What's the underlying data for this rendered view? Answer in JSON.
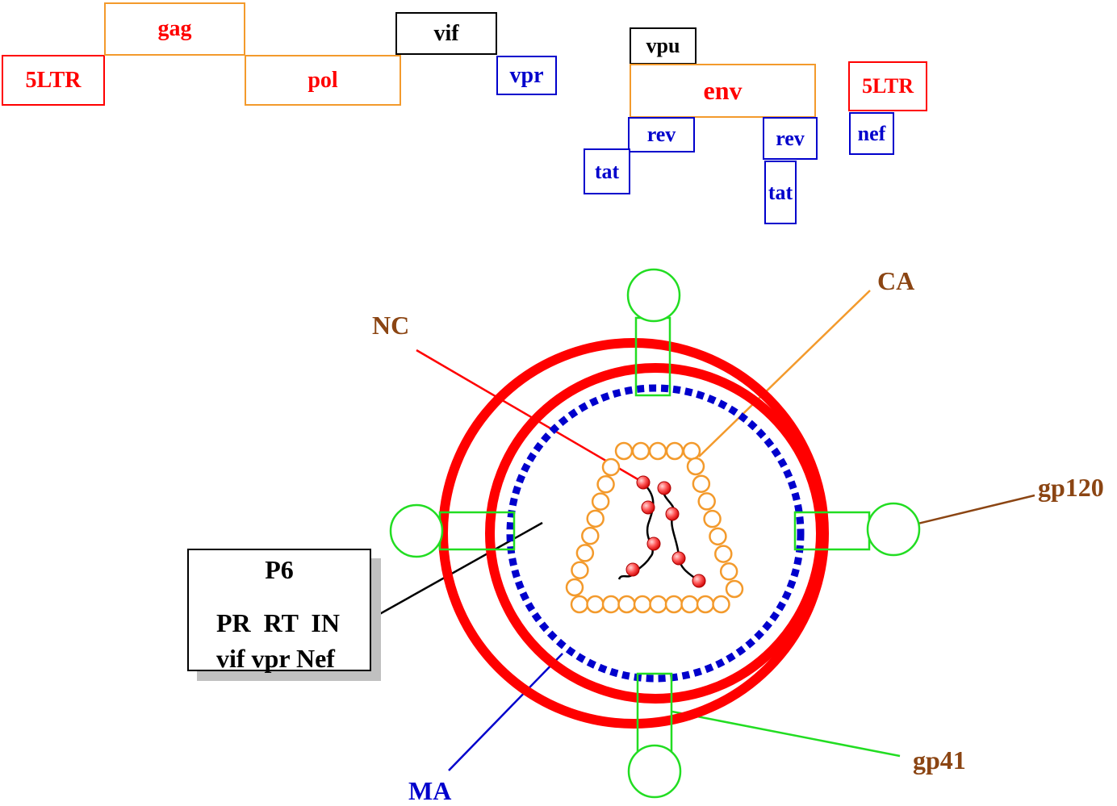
{
  "genome": {
    "ltr5_left": "5LTR",
    "gag": "gag",
    "pol": "pol",
    "vif": "vif",
    "vpr": "vpr",
    "vpu": "vpu",
    "env": "env",
    "rev_1": "rev",
    "rev_2": "rev",
    "tat_1": "tat",
    "tat_2": "tat",
    "ltr5_right": "5LTR",
    "nef": "nef"
  },
  "virion": {
    "labels": {
      "nc": "NC",
      "ca": "CA",
      "gp120": "gp120",
      "gp41": "gp41",
      "ma": "MA"
    },
    "p6_box": {
      "title": "P6",
      "line1": "PR  RT  IN",
      "line2": "vif vpr Nef"
    }
  },
  "colors": {
    "red": "#ff0000",
    "orange": "#f39a2c",
    "blue": "#0000cc",
    "green": "#22dd22",
    "brown": "#8b4513",
    "black": "#000000"
  }
}
